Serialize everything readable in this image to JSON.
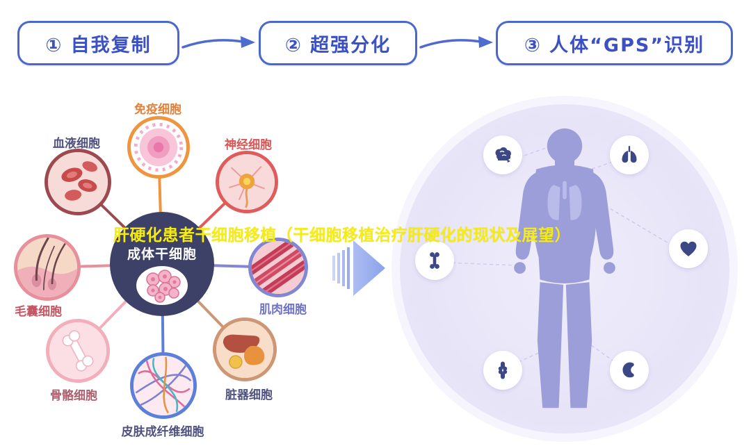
{
  "steps": {
    "items": [
      {
        "label": "① 自我复制"
      },
      {
        "label": "② 超强分化"
      },
      {
        "label": "③ 人体“GPS”识别"
      }
    ]
  },
  "overlay": {
    "title": "肝硬化患者干细胞移植（干细胞移植治疗肝硬化的现状及展望）",
    "color": "#f6ec10"
  },
  "stem_diagram": {
    "center_label": "成体干细胞",
    "center_bg": "#3d4168",
    "cells": [
      {
        "id": "immune",
        "label": "免疫细胞",
        "label_color": "#e2813a",
        "ring_color": "#f0953f"
      },
      {
        "id": "blood",
        "label": "血液细胞",
        "label_color": "#4f5280",
        "ring_color": "#9c4a4f"
      },
      {
        "id": "nerve",
        "label": "神经细胞",
        "label_color": "#d95757",
        "ring_color": "#e05c5c"
      },
      {
        "id": "hair",
        "label": "毛囊细胞",
        "label_color": "#c25663",
        "ring_color": "#e78f9b"
      },
      {
        "id": "muscle",
        "label": "肌肉细胞",
        "label_color": "#6f73c4",
        "ring_color": "#8387d2"
      },
      {
        "id": "bone",
        "label": "骨骼细胞",
        "label_color": "#ad5f6e",
        "ring_color": "#f3aebc"
      },
      {
        "id": "organ",
        "label": "脏器细胞",
        "label_color": "#4f5280",
        "ring_color": "#cd9674"
      },
      {
        "id": "skin",
        "label": "皮肤成纤维细胞",
        "label_color": "#4f5280",
        "ring_color": "#5c7fd9"
      }
    ]
  },
  "body_panel": {
    "accent": "#3c4886",
    "icons": [
      {
        "name": "brain"
      },
      {
        "name": "lungs"
      },
      {
        "name": "bone"
      },
      {
        "name": "heart"
      },
      {
        "name": "joint"
      },
      {
        "name": "kidney"
      }
    ]
  }
}
